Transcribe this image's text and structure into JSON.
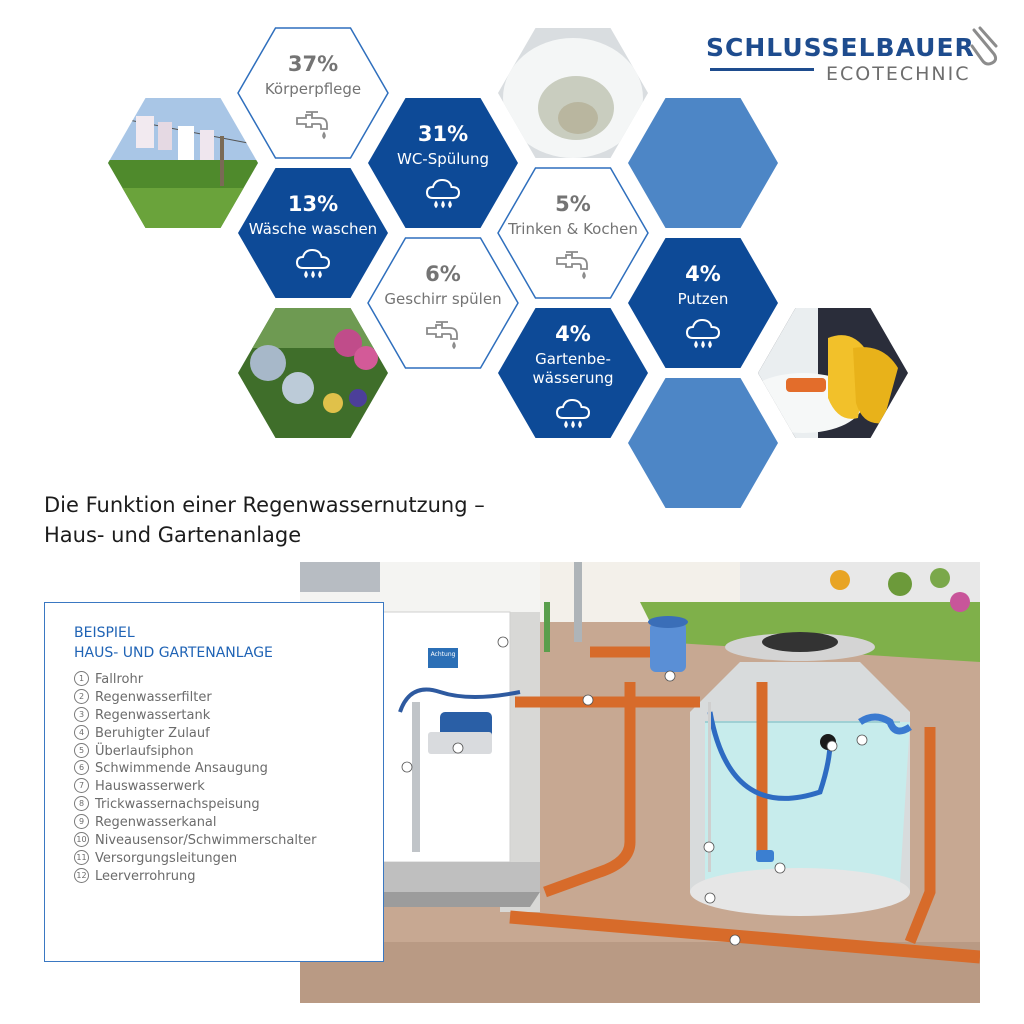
{
  "brand": {
    "name": "SCHLUSSELBAUER",
    "sub": "ECOTECHNIC"
  },
  "usage": [
    {
      "key": "koerperpflege",
      "pct": "37%",
      "label": "Körperpflege",
      "icon": "tap-icon"
    },
    {
      "key": "wc",
      "pct": "31%",
      "label": "WC-Spülung",
      "icon": "rain-cloud-icon"
    },
    {
      "key": "waesche",
      "pct": "13%",
      "label": "Wäsche waschen",
      "icon": "rain-cloud-icon"
    },
    {
      "key": "trinken",
      "pct": "5%",
      "label": "Trinken & Kochen",
      "icon": "tap-icon"
    },
    {
      "key": "geschirr",
      "pct": "6%",
      "label": "Geschirr spülen",
      "icon": "tap-icon"
    },
    {
      "key": "putzen",
      "pct": "4%",
      "label": "Putzen",
      "icon": "rain-cloud-icon"
    },
    {
      "key": "garten",
      "pct": "4%",
      "label": "Gartenbe-\nwässerung",
      "label_line1": "Gartenbe-",
      "label_line2": "wässerung",
      "icon": "rain-cloud-icon"
    }
  ],
  "colors": {
    "blue_dark": "#0d4a97",
    "blue_light": "#4d86c6",
    "outline": "#2f6fbd",
    "text_grey": "#747474"
  },
  "heading": {
    "line1": "Die Funktion einer Regenwassernutzung –",
    "line2": "Haus- und Gartenanlage"
  },
  "legend": {
    "title1": "BEISPIEL",
    "title2": "HAUS- UND GARTENANLAGE",
    "items": [
      {
        "n": "1",
        "text": "Fallrohr"
      },
      {
        "n": "2",
        "text": "Regenwasserfilter"
      },
      {
        "n": "3",
        "text": "Regenwassertank"
      },
      {
        "n": "4",
        "text": "Beruhigter Zulauf"
      },
      {
        "n": "5",
        "text": "Überlaufsiphon"
      },
      {
        "n": "6",
        "text": "Schwimmende Ansaugung"
      },
      {
        "n": "7",
        "text": "Hauswasserwerk"
      },
      {
        "n": "8",
        "text": "Trickwassernachspeisung"
      },
      {
        "n": "9",
        "text": "Regenwasserkanal"
      },
      {
        "n": "10",
        "text": "Niveausensor/Schwimmerschalter"
      },
      {
        "n": "11",
        "text": "Versorgungsleitungen"
      },
      {
        "n": "12",
        "text": "Leerverrohrung"
      }
    ]
  },
  "scene": {
    "sign_label": "Achtung"
  }
}
